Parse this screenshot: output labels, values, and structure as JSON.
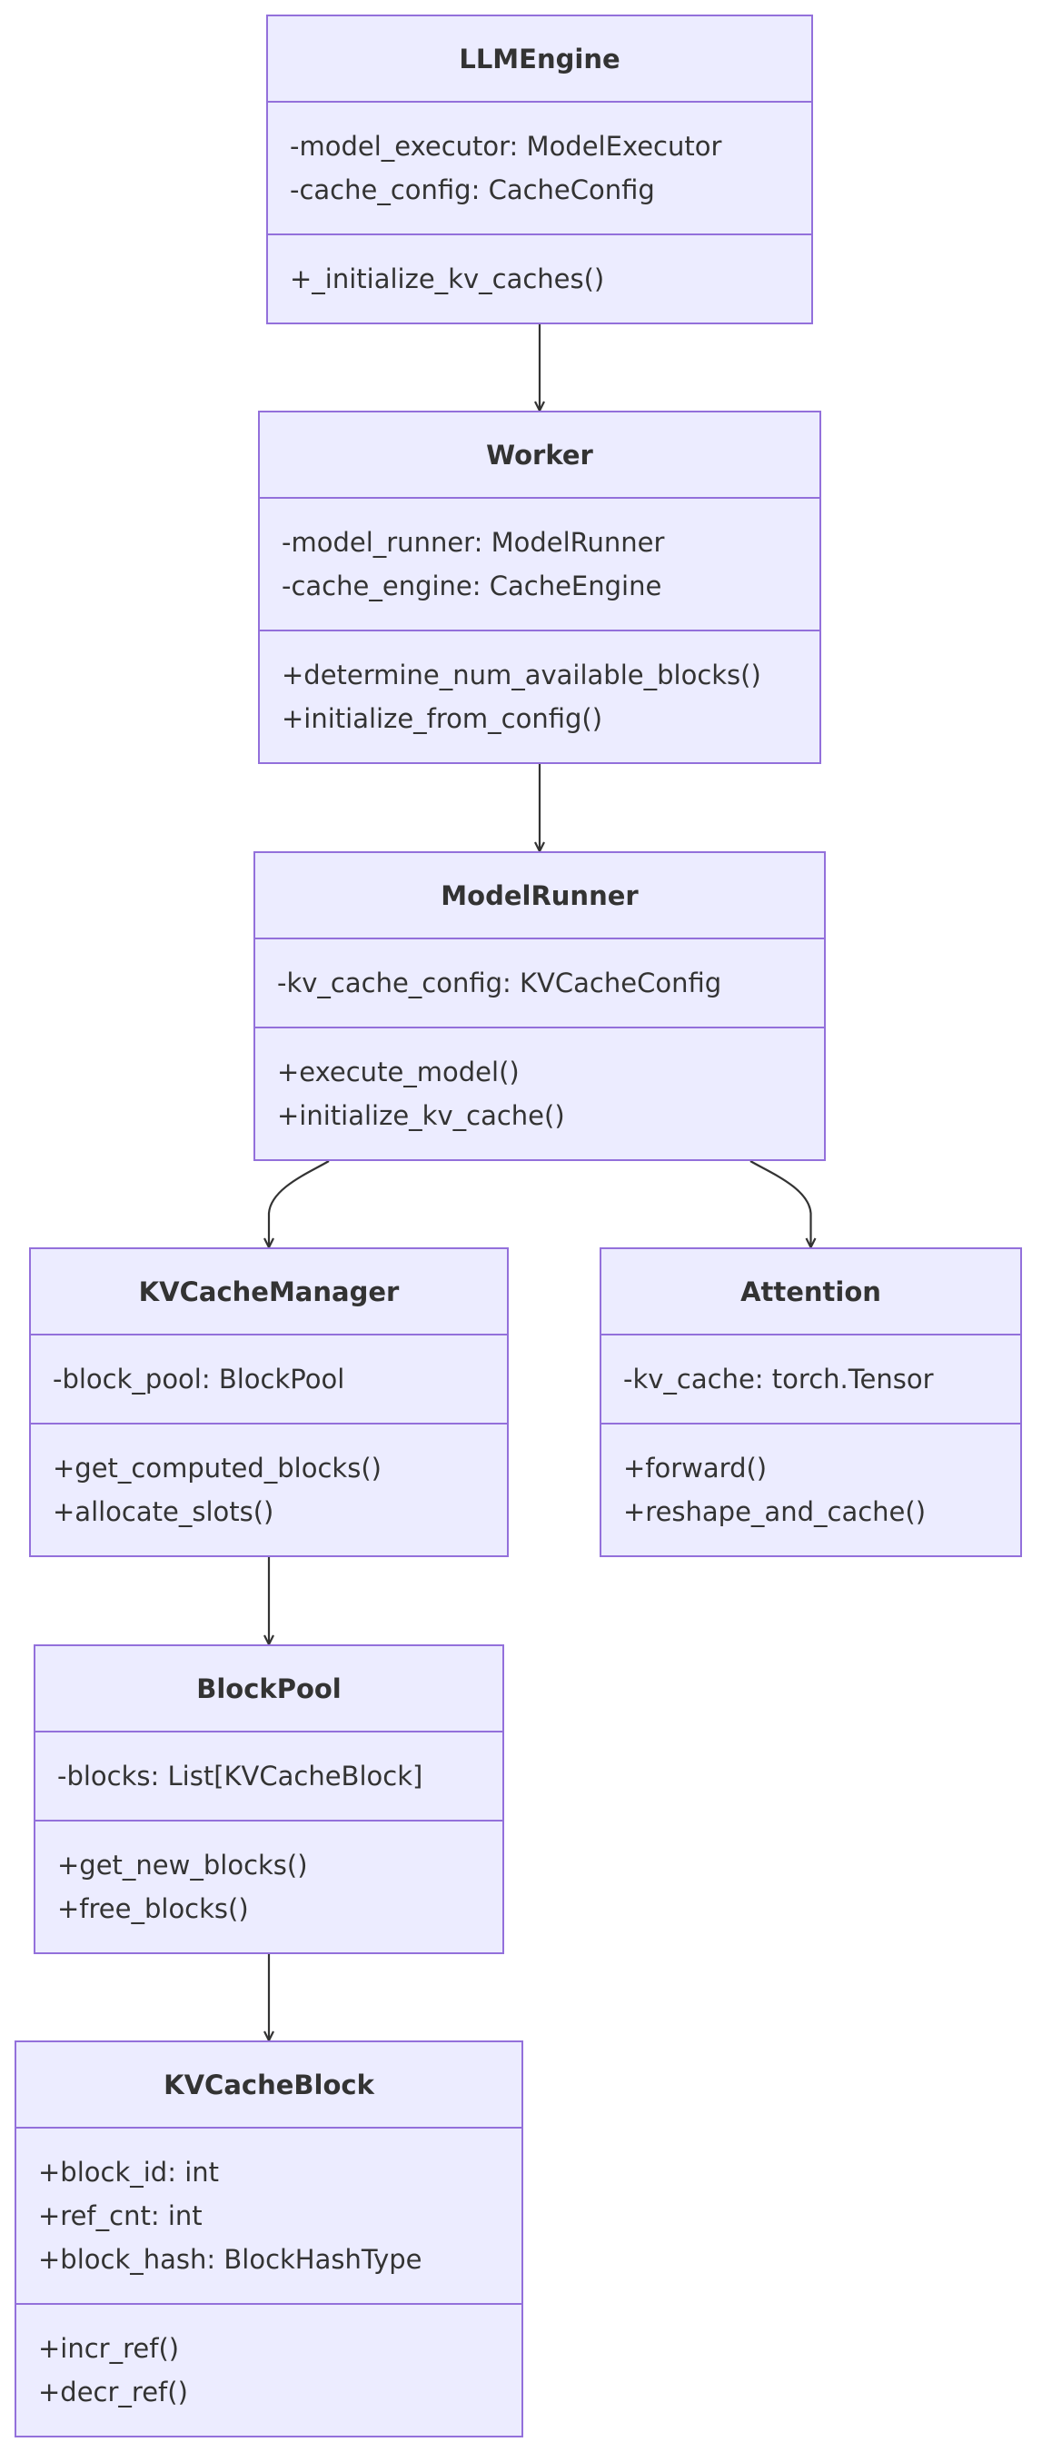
{
  "classes": {
    "llm_engine": {
      "name": "LLMEngine",
      "attributes": [
        "-model_executor: ModelExecutor",
        "-cache_config: CacheConfig"
      ],
      "methods": [
        "+_initialize_kv_caches()"
      ]
    },
    "worker": {
      "name": "Worker",
      "attributes": [
        "-model_runner: ModelRunner",
        "-cache_engine: CacheEngine"
      ],
      "methods": [
        "+determine_num_available_blocks()",
        "+initialize_from_config()"
      ]
    },
    "model_runner": {
      "name": "ModelRunner",
      "attributes": [
        "-kv_cache_config: KVCacheConfig"
      ],
      "methods": [
        "+execute_model()",
        "+initialize_kv_cache()"
      ]
    },
    "kv_cache_manager": {
      "name": "KVCacheManager",
      "attributes": [
        "-block_pool: BlockPool"
      ],
      "methods": [
        "+get_computed_blocks()",
        "+allocate_slots()"
      ]
    },
    "attention": {
      "name": "Attention",
      "attributes": [
        "-kv_cache: torch.Tensor"
      ],
      "methods": [
        "+forward()",
        "+reshape_and_cache()"
      ]
    },
    "block_pool": {
      "name": "BlockPool",
      "attributes": [
        "-blocks: List[KVCacheBlock]"
      ],
      "methods": [
        "+get_new_blocks()",
        "+free_blocks()"
      ]
    },
    "kv_cache_block": {
      "name": "KVCacheBlock",
      "attributes": [
        "+block_id: int",
        "+ref_cnt: int",
        "+block_hash: BlockHashType"
      ],
      "methods": [
        "+incr_ref()",
        "+decr_ref()"
      ]
    }
  },
  "relations": [
    {
      "from": "llm_engine",
      "to": "worker"
    },
    {
      "from": "worker",
      "to": "model_runner"
    },
    {
      "from": "model_runner",
      "to": "kv_cache_manager"
    },
    {
      "from": "model_runner",
      "to": "attention"
    },
    {
      "from": "kv_cache_manager",
      "to": "block_pool"
    },
    {
      "from": "block_pool",
      "to": "kv_cache_block"
    }
  ],
  "colors": {
    "box_fill": "#ececff",
    "box_border": "#9370db",
    "text": "#333333",
    "edge": "#333333"
  }
}
